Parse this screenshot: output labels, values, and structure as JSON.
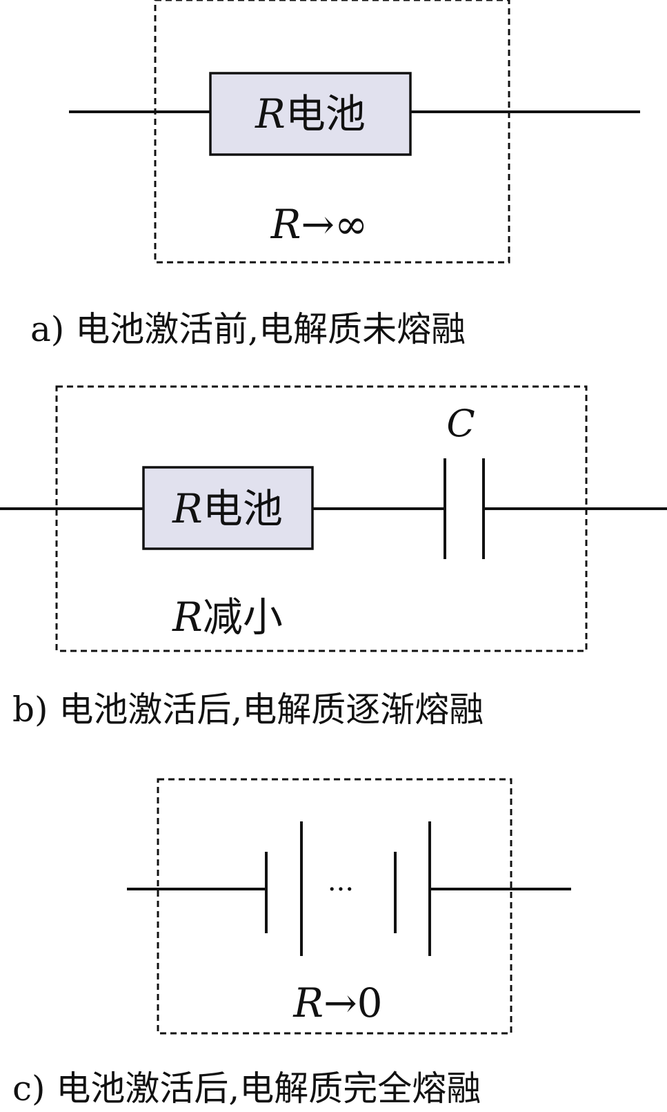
{
  "panel_a": {
    "resistor_label_r": "R",
    "resistor_label_text": "电池",
    "state_r": "R",
    "state_rest": "→∞",
    "caption": "a) 电池激活前,电解质未熔融"
  },
  "panel_b": {
    "resistor_label_r": "R",
    "resistor_label_text": "电池",
    "capacitor_label": "C",
    "state_r": "R",
    "state_rest": "减小",
    "caption": "b) 电池激活后,电解质逐渐熔融"
  },
  "panel_c": {
    "ellipsis": "···",
    "state_r": "R",
    "state_rest": "→0",
    "caption": "c) 电池激活后,电解质完全熔融"
  }
}
